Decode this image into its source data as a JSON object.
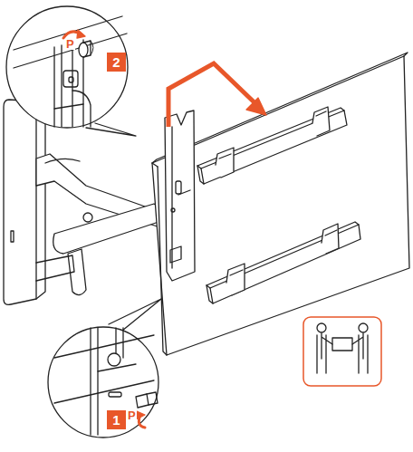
{
  "diagram": {
    "labels": [
      "P",
      "2",
      "P",
      "1"
    ]
  }
}
